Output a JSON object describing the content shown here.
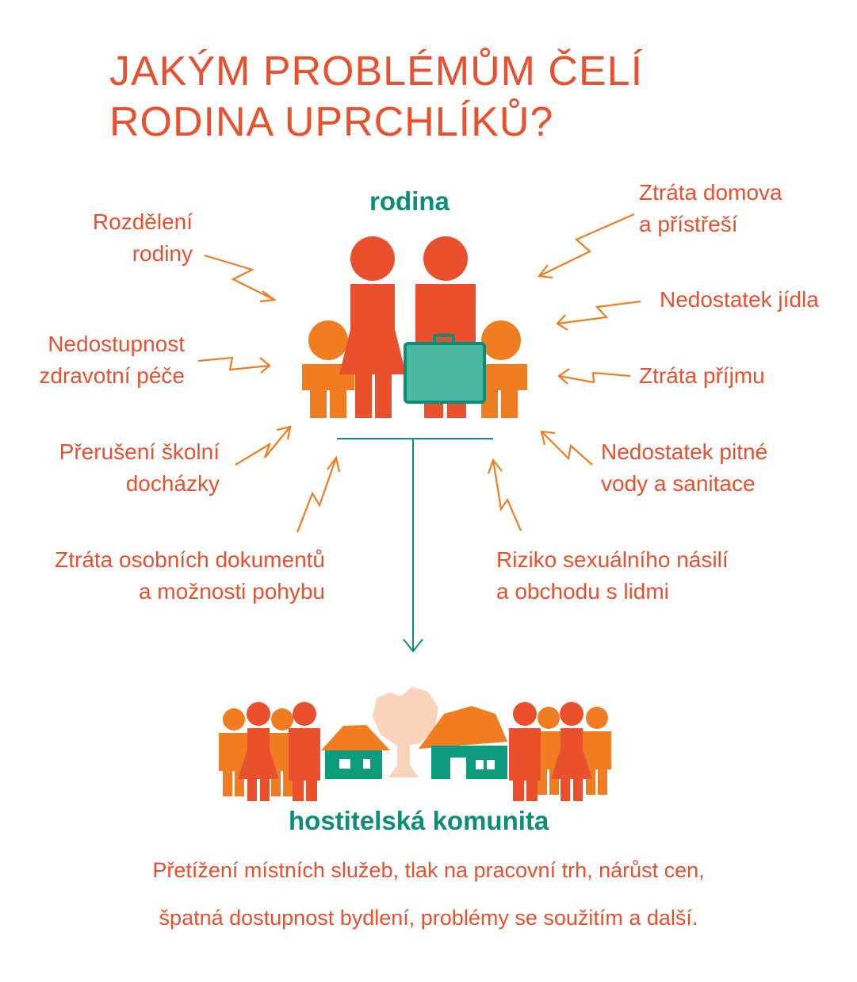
{
  "title": {
    "line1": "JAKÝM PROBLÉMŮM ČELÍ",
    "line2": "RODINA UPRCHLÍKŮ?"
  },
  "family_heading": "rodina",
  "host_heading": "hostitelská komunita",
  "problems": {
    "family_separation": [
      "Rozdělení",
      "rodiny"
    ],
    "health_care": [
      "Nedostupnost",
      "zdravotní péče"
    ],
    "school": [
      "Přerušení školní",
      "docházky"
    ],
    "documents": [
      "Ztráta osobních dokumentů",
      "a možnosti pohybu"
    ],
    "home": [
      "Ztráta domova",
      "a přístřeší"
    ],
    "food": [
      "Nedostatek jídla"
    ],
    "income": [
      "Ztráta příjmu"
    ],
    "water": [
      "Nedostatek pitné",
      "vody a sanitace"
    ],
    "violence": [
      "Riziko sexuálního násilí",
      "a obchodu s lidmi"
    ]
  },
  "host_problems": {
    "line1": "Přetížení místních služeb, tlak na pracovní trh, nárůst cen,",
    "line2": "špatná dostupnost bydlení, problémy se soužitím a další."
  },
  "colors": {
    "title": "#e8502e",
    "teal": "#0e8c7a",
    "red": "#e8502e",
    "orange": "#f07d22",
    "suitcase": "#4db8a1",
    "tree": "#fbd3bb",
    "house": "#0e9a7d"
  },
  "icons": {
    "family": "family-icon",
    "suitcase": "suitcase-icon",
    "host": "host-community-icon"
  }
}
